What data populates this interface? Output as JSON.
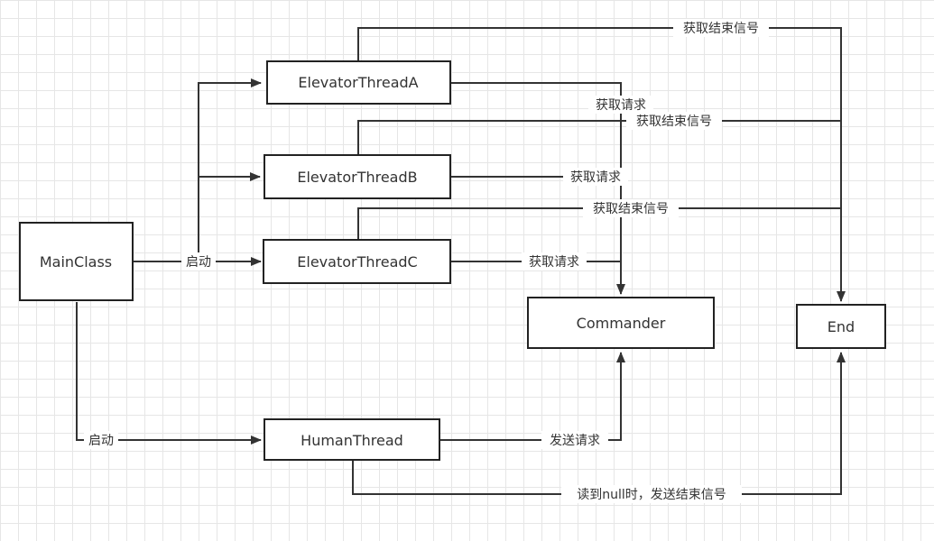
{
  "nodes": {
    "main": "MainClass",
    "a": "ElevatorThreadA",
    "b": "ElevatorThreadB",
    "c": "ElevatorThreadC",
    "commander": "Commander",
    "end": "End",
    "human": "HumanThread"
  },
  "labels": {
    "start": "启动",
    "get_request": "获取请求",
    "get_end_signal": "获取结束信号",
    "send_request": "发送请求",
    "null_end": "读到null时，发送结束信号"
  }
}
